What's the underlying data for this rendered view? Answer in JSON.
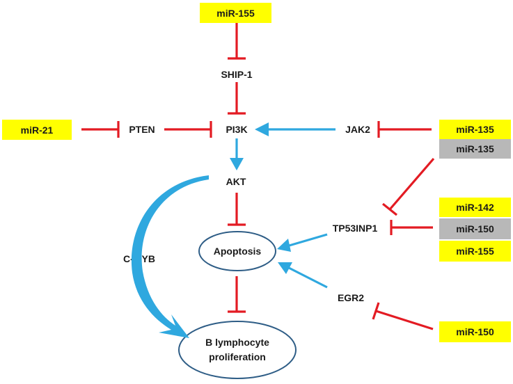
{
  "mirnas": {
    "mir155_top": "miR-155",
    "mir21": "miR-21",
    "mir135_a": "miR-135",
    "mir135_b": "miR-135",
    "mir142": "miR-142",
    "mir150_a": "miR-150",
    "mir155_b": "miR-155",
    "mir150_b": "miR-150"
  },
  "nodes": {
    "ship1": "SHIP-1",
    "pten": "PTEN",
    "pi3k": "PI3K",
    "jak2": "JAK2",
    "akt": "AKT",
    "tp53inp1": "TP53INP1",
    "egr2": "EGR2",
    "cmyb": "C-MYB",
    "apoptosis": "Apoptosis",
    "proliferation_line1": "B lymphocyte",
    "proliferation_line2": "proliferation"
  },
  "colors": {
    "inhibition": "#e31b23",
    "activation": "#2fa8df",
    "mirna_box": "#ffff00",
    "mirna_box_alt": "#b8b8b8",
    "ellipse_border": "#2e5d86"
  }
}
